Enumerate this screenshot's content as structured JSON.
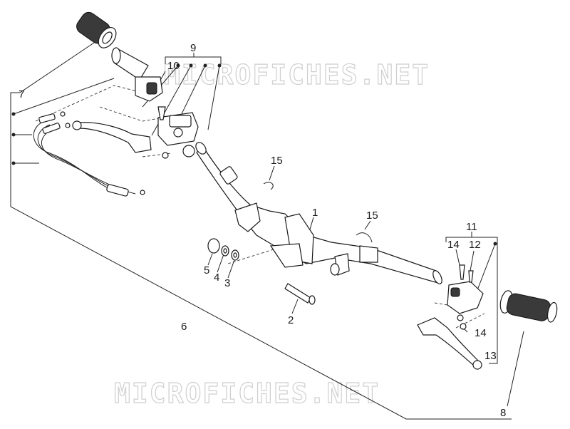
{
  "watermark": {
    "top": "MICROFICHES.NET",
    "bottom": "MICROFICHES.NET"
  },
  "callouts": [
    {
      "id": "c1",
      "label": "1"
    },
    {
      "id": "c2",
      "label": "2"
    },
    {
      "id": "c3",
      "label": "3"
    },
    {
      "id": "c4",
      "label": "4"
    },
    {
      "id": "c5",
      "label": "5"
    },
    {
      "id": "c6",
      "label": "6"
    },
    {
      "id": "c7",
      "label": "7"
    },
    {
      "id": "c8",
      "label": "8"
    },
    {
      "id": "c9",
      "label": "9"
    },
    {
      "id": "c10",
      "label": "10"
    },
    {
      "id": "c11",
      "label": "11"
    },
    {
      "id": "c12",
      "label": "12"
    },
    {
      "id": "c13",
      "label": "13"
    },
    {
      "id": "c14a",
      "label": "14"
    },
    {
      "id": "c14b",
      "label": "14"
    },
    {
      "id": "c15a",
      "label": "15"
    },
    {
      "id": "c15b",
      "label": "15"
    }
  ]
}
